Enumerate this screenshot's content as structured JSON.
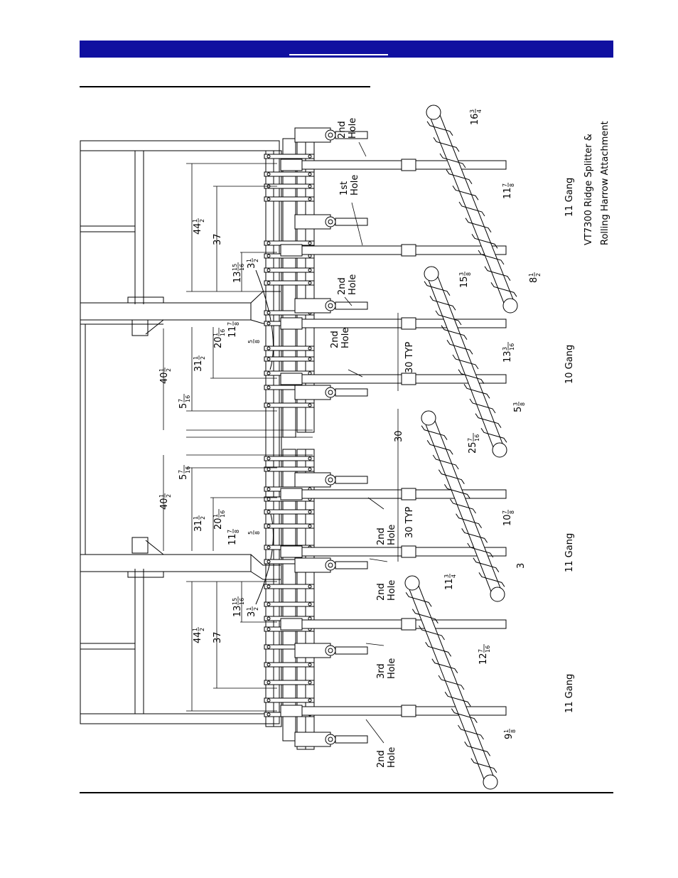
{
  "header": {
    "bar_color": "#1010a0"
  },
  "diagram": {
    "title_line1": "VT7300 Ridge Splitter &",
    "title_line2": "Rolling Harrow Attachment",
    "gang_labels": [
      "11 Gang",
      "10 Gang",
      "11 Gang",
      "11 Gang"
    ],
    "hole_labels": [
      {
        "top": "2nd",
        "bottom": "Hole"
      },
      {
        "top": "1st",
        "bottom": "Hole"
      },
      {
        "top": "2nd",
        "bottom": "Hole"
      },
      {
        "top": "2nd",
        "bottom": "Hole"
      },
      {
        "top": "2nd",
        "bottom": "Hole"
      },
      {
        "top": "2nd",
        "bottom": "Hole"
      },
      {
        "top": "3rd",
        "bottom": "Hole"
      },
      {
        "top": "2nd",
        "bottom": "Hole"
      }
    ],
    "spacing_labels": [
      "30 TYP",
      "30",
      "30 TYP"
    ],
    "dimensions": [
      {
        "whole": "44",
        "num": "1",
        "den": "2"
      },
      {
        "whole": "37",
        "num": "",
        "den": ""
      },
      {
        "whole": "13",
        "num": "15",
        "den": "16"
      },
      {
        "whole": "3",
        "num": "1",
        "den": "2"
      },
      {
        "whole": "20",
        "num": "1",
        "den": "16"
      },
      {
        "whole": "11",
        "num": "7",
        "den": "8"
      },
      {
        "whole": "",
        "num": "5",
        "den": "8"
      },
      {
        "whole": "31",
        "num": "1",
        "den": "2"
      },
      {
        "whole": "40",
        "num": "1",
        "den": "2"
      },
      {
        "whole": "5",
        "num": "7",
        "den": "16"
      },
      {
        "whole": "5",
        "num": "7",
        "den": "16"
      },
      {
        "whole": "40",
        "num": "1",
        "den": "2"
      },
      {
        "whole": "31",
        "num": "1",
        "den": "2"
      },
      {
        "whole": "20",
        "num": "1",
        "den": "16"
      },
      {
        "whole": "11",
        "num": "7",
        "den": "8"
      },
      {
        "whole": "",
        "num": "5",
        "den": "8"
      },
      {
        "whole": "13",
        "num": "15",
        "den": "16"
      },
      {
        "whole": "3",
        "num": "1",
        "den": "2"
      },
      {
        "whole": "44",
        "num": "1",
        "den": "2"
      },
      {
        "whole": "37",
        "num": "",
        "den": ""
      },
      {
        "whole": "16",
        "num": "3",
        "den": "4"
      },
      {
        "whole": "11",
        "num": "7",
        "den": "8"
      },
      {
        "whole": "8",
        "num": "1",
        "den": "2"
      },
      {
        "whole": "15",
        "num": "3",
        "den": "8"
      },
      {
        "whole": "13",
        "num": "3",
        "den": "16"
      },
      {
        "whole": "5",
        "num": "3",
        "den": "8"
      },
      {
        "whole": "25",
        "num": "7",
        "den": "16"
      },
      {
        "whole": "10",
        "num": "7",
        "den": "8"
      },
      {
        "whole": "3",
        "num": "",
        "den": ""
      },
      {
        "whole": "11",
        "num": "3",
        "den": "4"
      },
      {
        "whole": "12",
        "num": "7",
        "den": "16"
      },
      {
        "whole": "9",
        "num": "1",
        "den": "8"
      }
    ]
  }
}
